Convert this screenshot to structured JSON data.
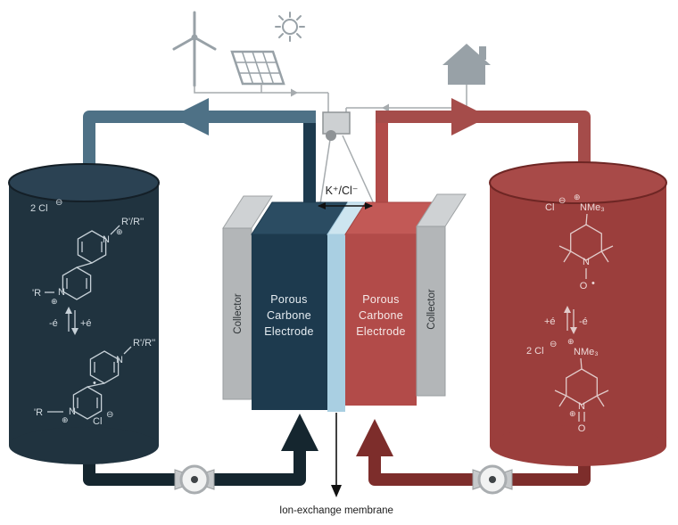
{
  "colors": {
    "navy_electrode": "#1d3a4e",
    "navy_tank": "#20333f",
    "navy_pipe_dark": "#15262f",
    "slate_pipe": "#4e7186",
    "red_electrode": "#b24b49",
    "red_pipe": "#a54c4a",
    "red_pipe_dark": "#7d2d2b",
    "red_tank": "#9b3e3c",
    "membrane": "#a9cfe2",
    "collector_gray": "#b3b6b8",
    "icon_gray": "#98a1a7"
  },
  "cell": {
    "ion_label": "K⁺/Cl⁻",
    "membrane_label": "Ion-exchange  membrane",
    "collector_left": "Collector",
    "collector_right": "Collector",
    "electrode_left": {
      "line1": "Porous",
      "line2": "Carbone",
      "line3": "Electrode"
    },
    "electrode_right": {
      "line1": "Porous",
      "line2": "Carbone",
      "line3": "Electrode"
    }
  },
  "symbols": {
    "plus": "⊕",
    "minus": "⊖",
    "radical": "•"
  },
  "left_tank": {
    "chloride_top": "2 Cl",
    "nitrogen": "N",
    "substituent_top": "R'/R''",
    "substituent_bottom": "'R",
    "electron_loss": "-é",
    "electron_gain": "+é",
    "chloride_bottom": "Cl"
  },
  "right_tank": {
    "chloride_top": "Cl",
    "ammonium": "NMe₃",
    "nitrogen": "N",
    "oxygen": "O",
    "electron_gain": "+é",
    "electron_loss": "-é",
    "chloride_bottom": "2 Cl"
  }
}
